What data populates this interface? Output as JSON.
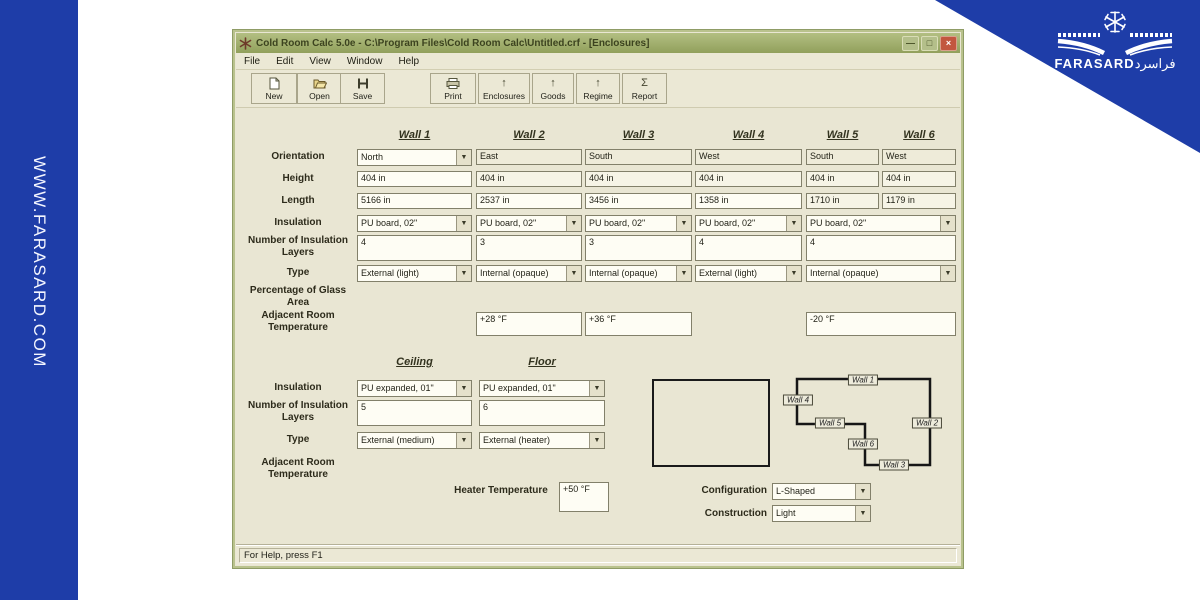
{
  "banner": {
    "url_text": "WWW.FARASARD.COM",
    "blue": "#1e3da8"
  },
  "logo": {
    "name": "FARASARD",
    "arabic": "فراسرد"
  },
  "icons": {
    "minimize": "—",
    "maximize": "□",
    "close": "×",
    "dropdown": "▼",
    "up_arrow": "↑",
    "sigma": "Σ"
  },
  "win": {
    "title": "Cold Room Calc 5.0e - C:\\Program Files\\Cold Room Calc\\Untitled.crf - [Enclosures]",
    "menu": [
      "File",
      "Edit",
      "View",
      "Window",
      "Help"
    ],
    "toolbar": [
      "New",
      "Open",
      "Save",
      "Print",
      "Enclosures",
      "Goods",
      "Regime",
      "Report"
    ],
    "status": "For Help, press F1"
  },
  "walls": {
    "headers": [
      "Wall 1",
      "Wall 2",
      "Wall 3",
      "Wall 4",
      "Wall 5",
      "Wall 6"
    ],
    "labels": {
      "orientation": "Orientation",
      "height": "Height",
      "length": "Length",
      "insulation": "Insulation",
      "layers": "Number of Insulation Layers",
      "type": "Type",
      "glass": "Percentage of Glass Area",
      "adjacent": "Adjacent Room Temperature"
    },
    "orientation": [
      "North",
      "East",
      "South",
      "West",
      "South",
      "West"
    ],
    "height": [
      "404 in",
      "404 in",
      "404 in",
      "404 in",
      "404 in",
      "404 in"
    ],
    "length": [
      "5166 in",
      "2537 in",
      "3456 in",
      "1358 in",
      "1710 in",
      "1179 in"
    ],
    "insulation": [
      "PU board, 02\"",
      "PU board, 02\"",
      "PU board, 02\"",
      "PU board, 02\"",
      "PU board, 02\""
    ],
    "layers": [
      "4",
      "3",
      "3",
      "4",
      "4"
    ],
    "type": [
      "External (light)",
      "Internal (opaque)",
      "Internal (opaque)",
      "External (light)",
      "Internal (opaque)"
    ],
    "adjacent": {
      "wall2": "+28 °F",
      "wall3": "+36 °F",
      "wall56": "-20 °F"
    }
  },
  "cf": {
    "headers": [
      "Ceiling",
      "Floor"
    ],
    "insulation": [
      "PU expanded, 01\"",
      "PU expanded, 01\""
    ],
    "layers": [
      "5",
      "6"
    ],
    "type": [
      "External (medium)",
      "External (heater)"
    ]
  },
  "bottom": {
    "heater_label": "Heater Temperature",
    "heater_value": "+50 °F",
    "configuration_label": "Configuration",
    "configuration_value": "L-Shaped",
    "construction_label": "Construction",
    "construction_value": "Light"
  },
  "diagram": {
    "wall_labels": [
      "Wall 1",
      "Wall 2",
      "Wall 3",
      "Wall 4",
      "Wall 5",
      "Wall 6"
    ]
  }
}
